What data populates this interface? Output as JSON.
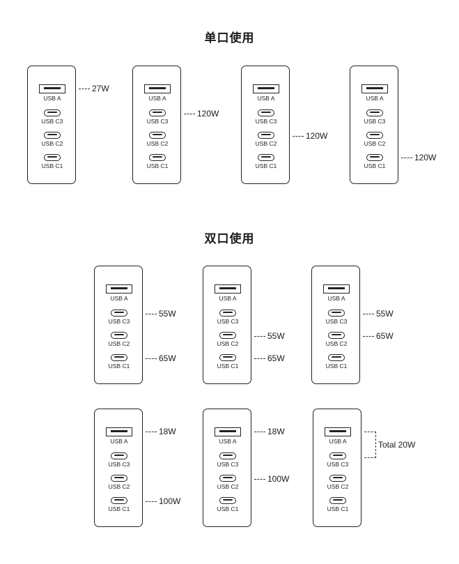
{
  "sections": [
    {
      "title": "单口使用"
    },
    {
      "title": "双口使用"
    }
  ],
  "ports": {
    "usb_a": "USB A",
    "usb_c3": "USB C3",
    "usb_c2": "USB C2",
    "usb_c1": "USB C1"
  },
  "single_port_use": [
    {
      "port": "USB A",
      "power": "27W"
    },
    {
      "port": "USB C3",
      "power": "120W"
    },
    {
      "port": "USB C2",
      "power": "120W"
    },
    {
      "port": "USB C1",
      "power": "120W"
    }
  ],
  "dual_port_use": [
    {
      "ports": [
        "USB C3",
        "USB C1"
      ],
      "powers": [
        "55W",
        "65W"
      ]
    },
    {
      "ports": [
        "USB C2",
        "USB C1"
      ],
      "powers": [
        "55W",
        "65W"
      ]
    },
    {
      "ports": [
        "USB C3",
        "USB C2"
      ],
      "powers": [
        "55W",
        "65W"
      ]
    },
    {
      "ports": [
        "USB A",
        "USB C1"
      ],
      "powers": [
        "18W",
        "100W"
      ]
    },
    {
      "ports": [
        "USB A",
        "USB C2"
      ],
      "powers": [
        "18W",
        "100W"
      ]
    },
    {
      "ports": [
        "USB A",
        "USB C3"
      ],
      "powers": [
        "Total 20W"
      ]
    }
  ]
}
